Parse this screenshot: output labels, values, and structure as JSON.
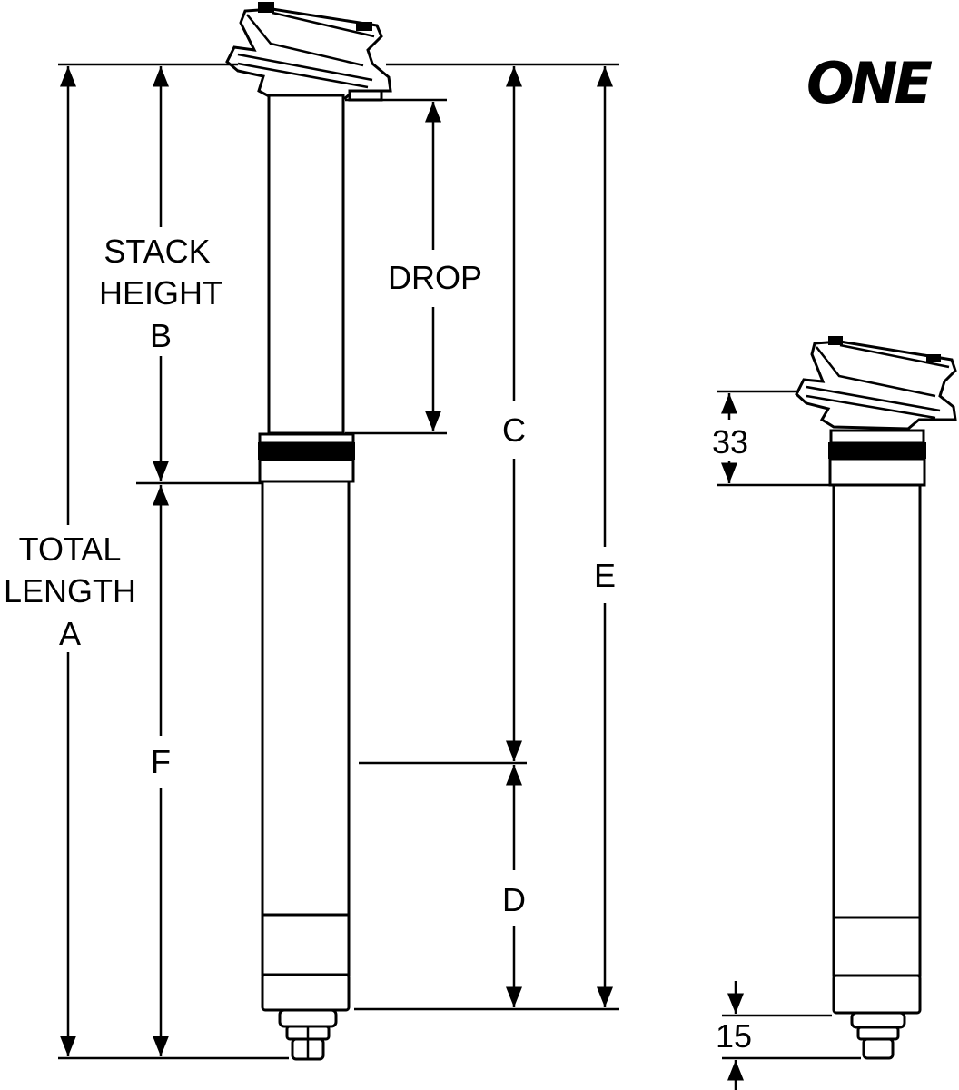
{
  "brand": {
    "logo_text": "ONE"
  },
  "dimensions": {
    "total_length": [
      "TOTAL",
      "LENGTH",
      "A"
    ],
    "stack_height": [
      "STACK",
      "HEIGHT",
      "B"
    ],
    "drop": "DROP",
    "c": "C",
    "d": "D",
    "e": "E",
    "f": "F",
    "collar_to_clamp": "33",
    "actuator": "15"
  }
}
